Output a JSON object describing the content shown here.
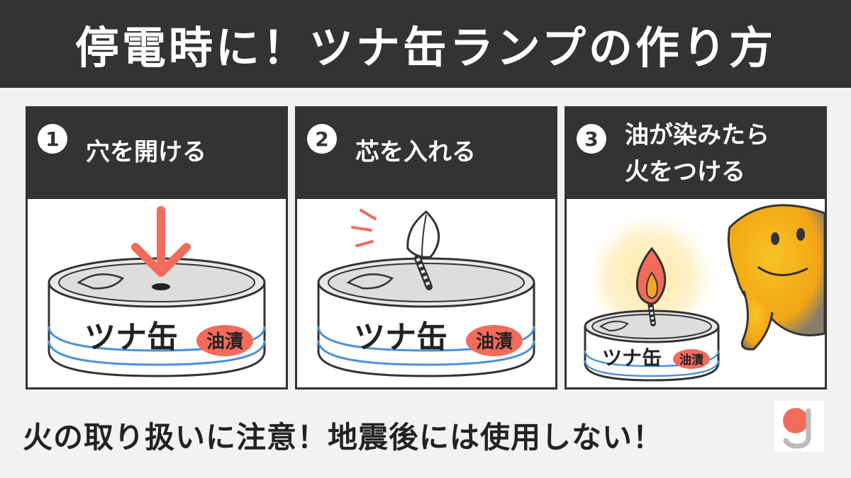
{
  "header": {
    "title": "停電時に！ツナ缶ランプの作り方"
  },
  "steps": [
    {
      "number": "1",
      "text": "穴を開ける"
    },
    {
      "number": "2",
      "text": "芯を入れる"
    },
    {
      "number": "3",
      "text_line1": "油が染みたら",
      "text_line2": "火をつける"
    }
  ],
  "can": {
    "brand": "ツナ缶",
    "variety": "油漬"
  },
  "footer": {
    "warning": "火の取り扱いに注意！地震後には使用しない！"
  },
  "colors": {
    "dark": "#333333",
    "accent_red": "#f26b5b",
    "stripe_blue": "#4a90d9",
    "flame_orange": "#f5a623",
    "character_yellow": "#f7c325"
  },
  "icons": [
    "down-arrow-icon",
    "wick-icon",
    "flame-icon",
    "character-icon",
    "logo-icon"
  ]
}
